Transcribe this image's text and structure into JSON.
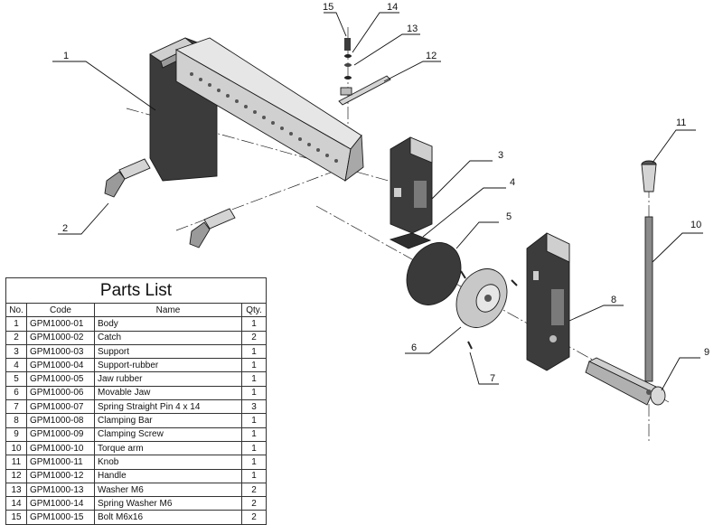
{
  "drawing": {
    "callouts": [
      "1",
      "2",
      "3",
      "4",
      "5",
      "6",
      "7",
      "8",
      "9",
      "10",
      "11",
      "12",
      "13",
      "14",
      "15"
    ],
    "part_color": "#3a3a3a",
    "light_color": "#bdbdbd"
  },
  "parts_list": {
    "title": "Parts List",
    "headers": {
      "no": "No.",
      "code": "Code",
      "name": "Name",
      "qty": "Qty."
    },
    "rows": [
      {
        "no": "1",
        "code": "GPM1000-01",
        "name": "Body",
        "qty": "1"
      },
      {
        "no": "2",
        "code": "GPM1000-02",
        "name": "Catch",
        "qty": "2"
      },
      {
        "no": "3",
        "code": "GPM1000-03",
        "name": "Support",
        "qty": "1"
      },
      {
        "no": "4",
        "code": "GPM1000-04",
        "name": "Support-rubber",
        "qty": "1"
      },
      {
        "no": "5",
        "code": "GPM1000-05",
        "name": "Jaw rubber",
        "qty": "1"
      },
      {
        "no": "6",
        "code": "GPM1000-06",
        "name": "Movable Jaw",
        "qty": "1"
      },
      {
        "no": "7",
        "code": "GPM1000-07",
        "name": "Spring Straight Pin 4 x 14",
        "qty": "3"
      },
      {
        "no": "8",
        "code": "GPM1000-08",
        "name": "Clamping Bar",
        "qty": "1"
      },
      {
        "no": "9",
        "code": "GPM1000-09",
        "name": "Clamping Screw",
        "qty": "1"
      },
      {
        "no": "10",
        "code": "GPM1000-10",
        "name": "Torque arm",
        "qty": "1"
      },
      {
        "no": "11",
        "code": "GPM1000-11",
        "name": "Knob",
        "qty": "1"
      },
      {
        "no": "12",
        "code": "GPM1000-12",
        "name": "Handle",
        "qty": "1"
      },
      {
        "no": "13",
        "code": "GPM1000-13",
        "name": "Washer M6",
        "qty": "2"
      },
      {
        "no": "14",
        "code": "GPM1000-14",
        "name": "Spring Washer M6",
        "qty": "2"
      },
      {
        "no": "15",
        "code": "GPM1000-15",
        "name": "Bolt M6x16",
        "qty": "2"
      }
    ]
  }
}
